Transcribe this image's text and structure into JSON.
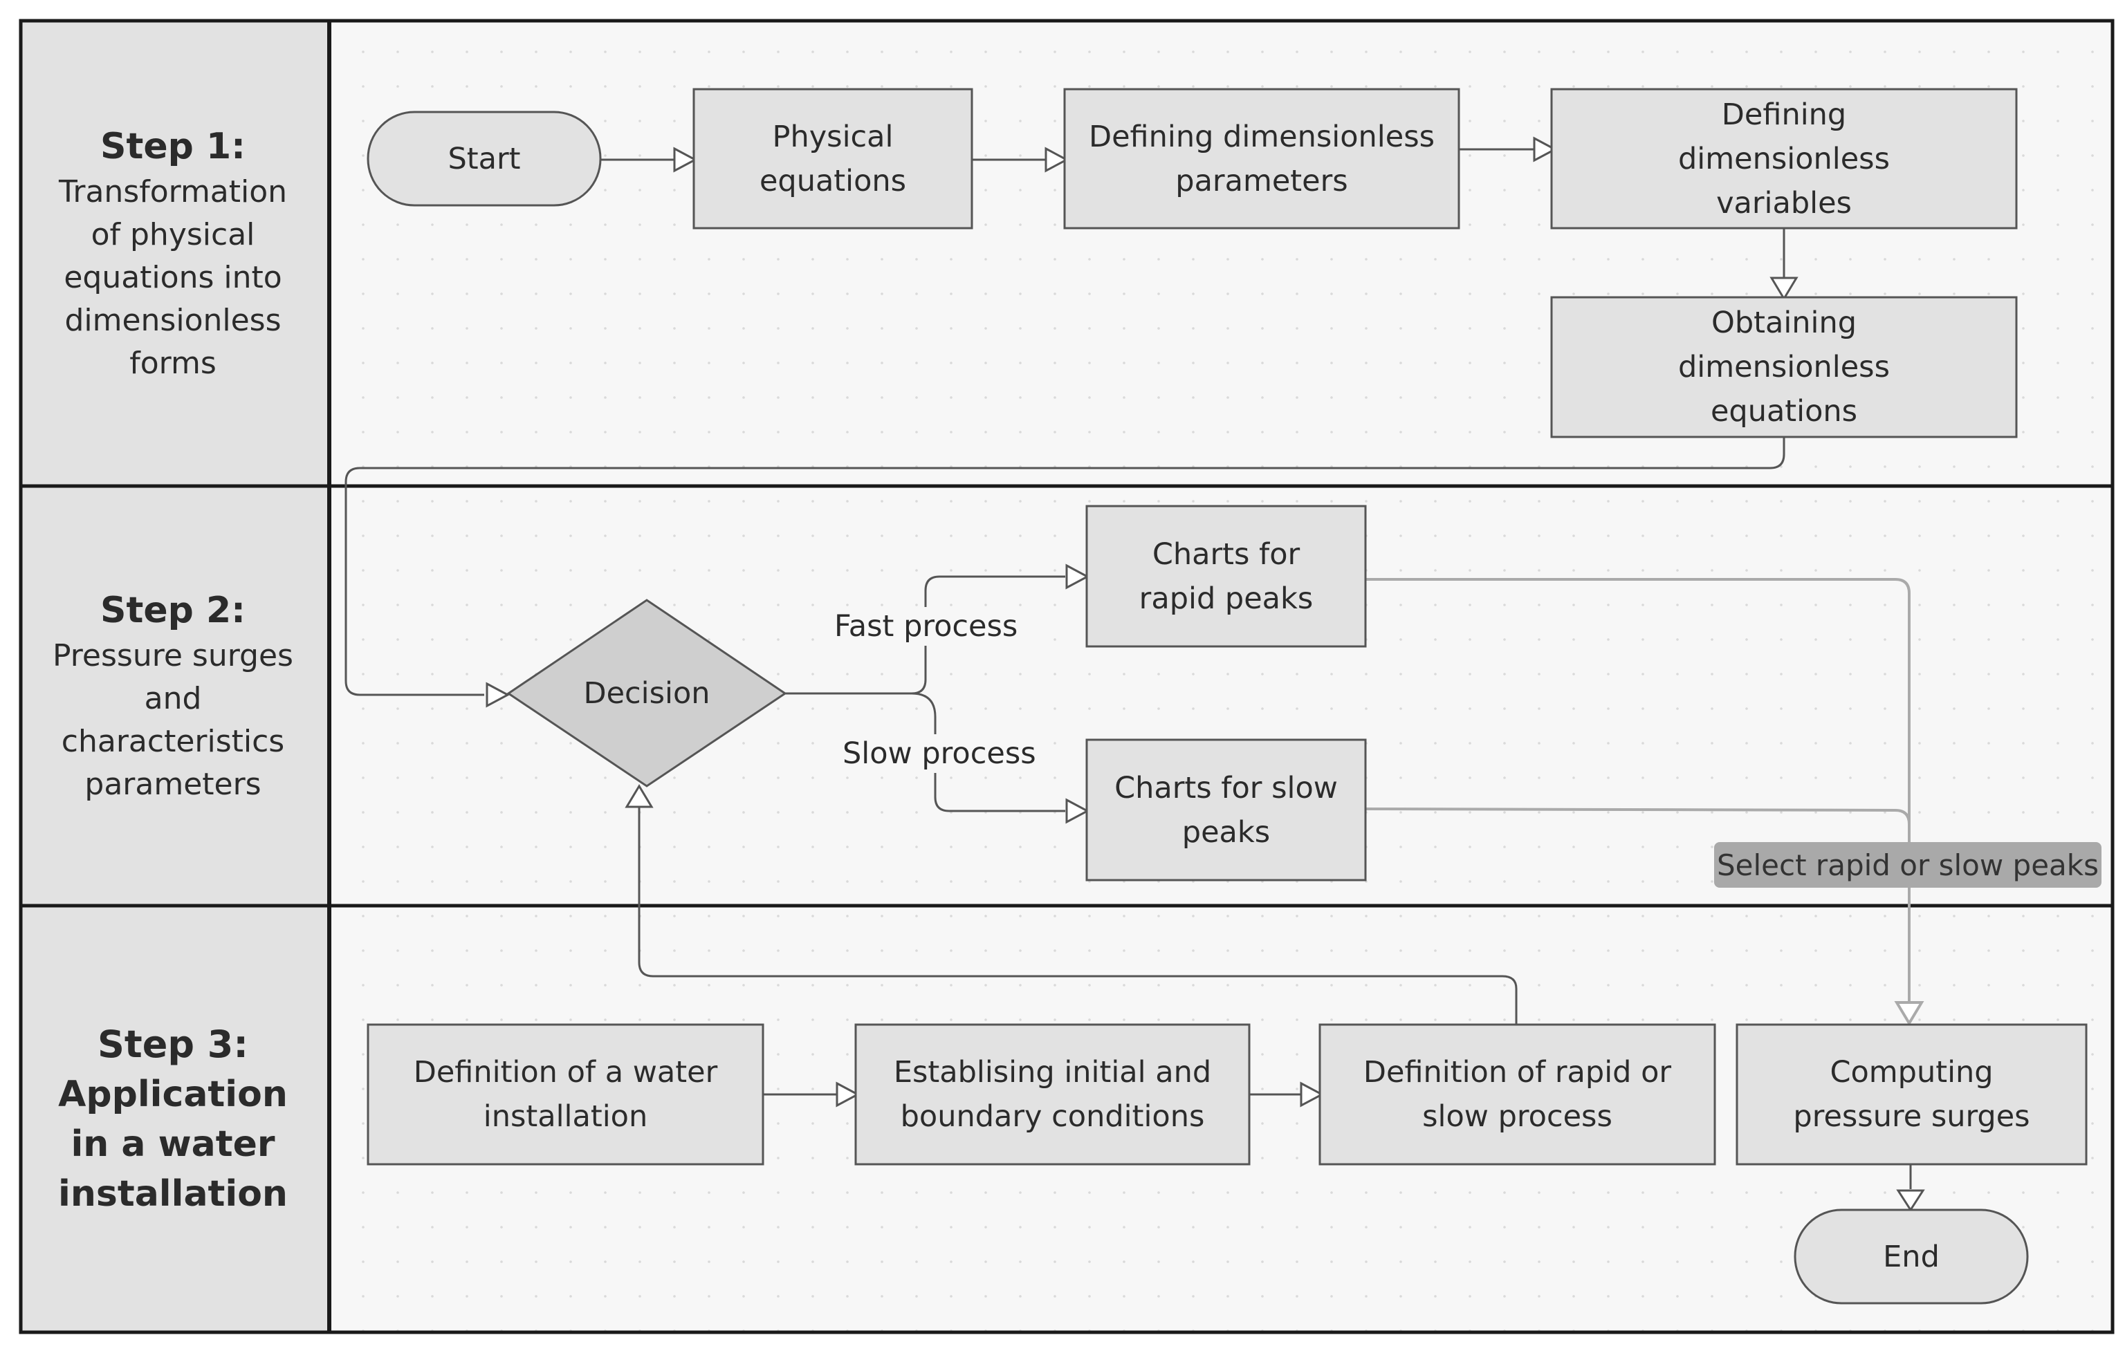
{
  "lanes": [
    {
      "step": "Step 1:",
      "description": "Transformation of physical equations into dimensionless forms"
    },
    {
      "step": "Step 2:",
      "description": "Pressure surges and characteristics parameters"
    },
    {
      "step": "Step 3:",
      "description": "Application in a water installation"
    }
  ],
  "nodes": {
    "start": "Start",
    "physical_equations": "Physical equations",
    "defining_parameters": "Defining dimensionless parameters",
    "defining_variables": "Defining dimensionless variables",
    "obtaining_equations": "Obtaining dimensionless equations",
    "decision": "Decision",
    "charts_rapid": "Charts for rapid peaks",
    "charts_slow": "Charts for slow peaks",
    "definition_installation": "Definition of a water installation",
    "establishing_conditions": "Establising initial and boundary conditions",
    "definition_process": "Definition of rapid or slow process",
    "computing_surges": "Computing pressure surges",
    "end": "End"
  },
  "edge_labels": {
    "fast": "Fast process",
    "slow": "Slow process",
    "select": "Select rapid or slow peaks"
  },
  "colors": {
    "lane_bg": "#f7f7f7",
    "label_bg": "#e2e2e2",
    "node_fill": "#e2e2e2",
    "decision_fill": "#cfcfcf",
    "border": "#1a1a1a",
    "connector": "#555555",
    "connector_light": "#aaaaaa"
  }
}
